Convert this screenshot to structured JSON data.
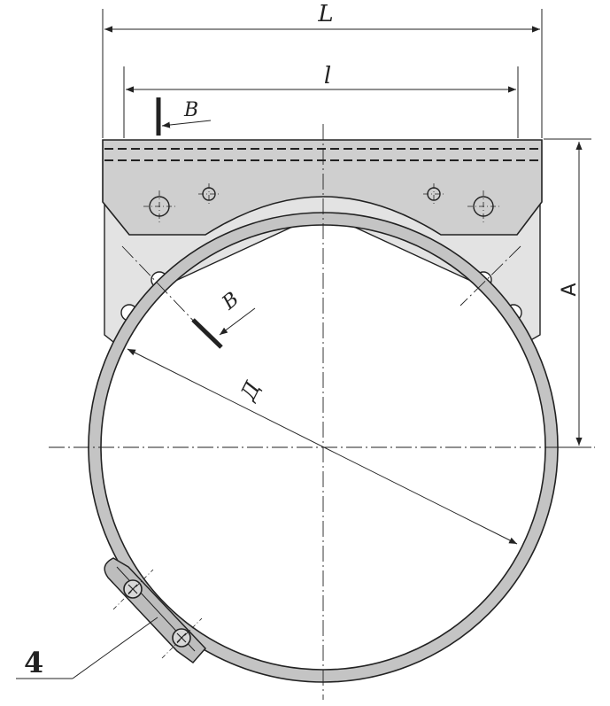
{
  "labels": {
    "overall_length": "L",
    "inner_length": "l",
    "height": "A",
    "diameter": "Д",
    "section_top": "B",
    "section_side": "B",
    "callout": "4"
  },
  "colors": {
    "line": "#222222",
    "plate_fill": "#cfcfcf",
    "bracket_fill": "#e3e3e3",
    "ring_fill": "#c4c4c4",
    "background": "#ffffff"
  }
}
